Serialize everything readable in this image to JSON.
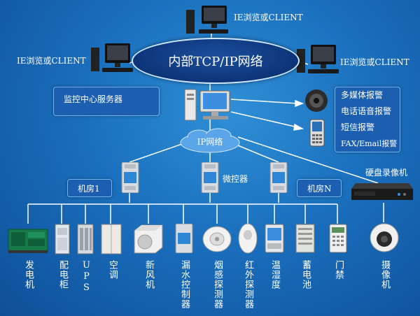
{
  "network": {
    "main_title": "内部TCP/IP网络",
    "ip_title": "IP网络",
    "client_top": "IE浏览或CLIENT",
    "client_left": "IE浏览或CLIENT",
    "client_right": "IE浏览或CLIENT"
  },
  "server_label": "监控中心服务器",
  "alarms": {
    "items": [
      "多媒体报警",
      "电话语音报警",
      "短信报警",
      "FAX/Email报警"
    ]
  },
  "controller_label": "微控器",
  "dvr_label": "硬盘录像机",
  "rooms": {
    "room1": "机房1",
    "roomN": "机房N"
  },
  "devices": [
    {
      "id": "generator",
      "label": "发电机"
    },
    {
      "id": "distribution",
      "label": "配电柜"
    },
    {
      "id": "ups",
      "label": "UPS"
    },
    {
      "id": "aircon",
      "label": "空调"
    },
    {
      "id": "fresh-air",
      "label": "新风机"
    },
    {
      "id": "leak",
      "label": "漏水控制器"
    },
    {
      "id": "smoke",
      "label": "烟感探测器"
    },
    {
      "id": "infrared",
      "label": "红外探测器"
    },
    {
      "id": "thermo",
      "label": "温湿度"
    },
    {
      "id": "battery",
      "label": "蓄电池"
    },
    {
      "id": "access",
      "label": "门禁"
    },
    {
      "id": "camera",
      "label": "摄像机"
    }
  ],
  "colors": {
    "background": "#1a6fbd",
    "ellipse": "#0f3f86",
    "line": "#ffffff",
    "box": "#1c5fb0"
  }
}
